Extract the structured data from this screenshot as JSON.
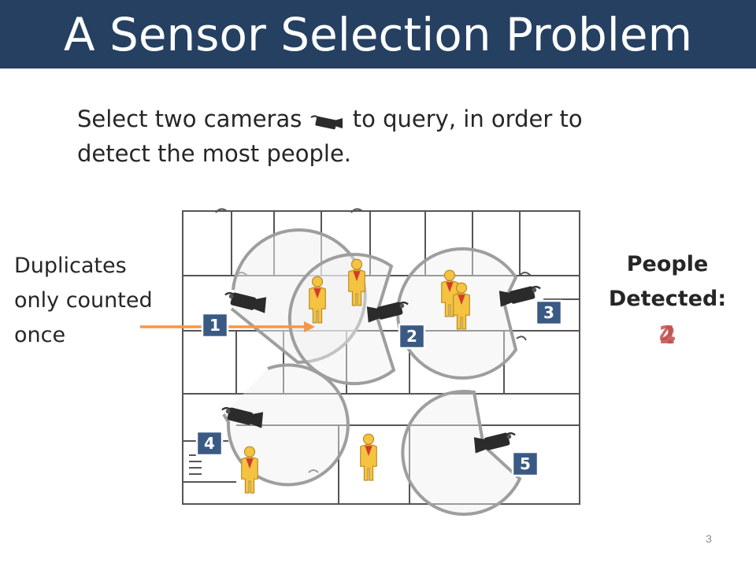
{
  "title": "A Sensor Selection Problem",
  "instruction": {
    "line1_part1": "Select two cameras",
    "line1_part2": "to query, in order to",
    "line2": "detect the most  people."
  },
  "side_note": {
    "lines": [
      "Duplicates",
      "only counted",
      "once"
    ]
  },
  "people_detected": {
    "label_line1": "People",
    "label_line2": "Detected:",
    "count_a": "2",
    "count_b": "4"
  },
  "cameras": [
    {
      "label": "1"
    },
    {
      "label": "2"
    },
    {
      "label": "3"
    },
    {
      "label": "4"
    },
    {
      "label": "5"
    }
  ],
  "people_count_shown": 6,
  "colors": {
    "title_bar": "#254061",
    "badge_fill": "#3a5a84",
    "badge_border": "#ffffff",
    "arrow": "#f79646",
    "person_yellow": "#f5c242",
    "person_red": "#d23c2a",
    "coverage_gray": "#9e9e9e",
    "count_color": "#c0504d"
  },
  "slide_number": "3"
}
